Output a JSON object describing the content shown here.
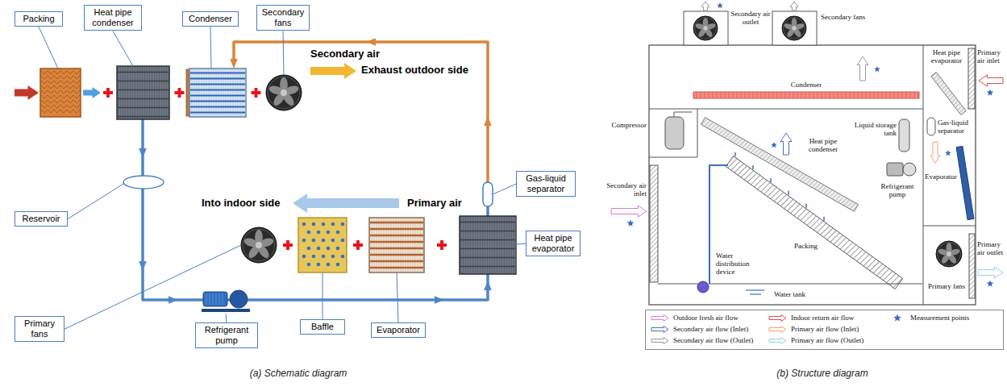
{
  "diagram": {
    "nodes": [
      {
        "text": [
          "Packing"
        ]
      },
      {
        "text": [
          "Heat pipe condenser"
        ]
      },
      {
        "text": [
          "Condenser"
        ]
      },
      {
        "text": [
          "Secondary fans"
        ]
      },
      {
        "text": [
          "Gas-liquid separator"
        ]
      },
      {
        "text": [
          "Reservoir"
        ]
      },
      {
        "text": [
          "Heat pipe evaporator"
        ]
      },
      {
        "text": [
          "Primary fans"
        ]
      },
      {
        "text": [
          "Refrigerant pump"
        ]
      },
      {
        "text": [
          "Baffle"
        ]
      },
      {
        "text": [
          "Evaporator"
        ]
      }
    ],
    "labels": [
      "Secondary air",
      "Exhaust outdoor side",
      "Into indoor side",
      "Primary air",
      "(a) Schematic diagram",
      "Secondary air outlet",
      "Secondary fans",
      "Primary air inlet",
      "Heat pipe evaporator",
      "Condenser",
      "Compressor",
      "Liquid storage tank",
      "Heat pipe condenser",
      "Gas-liquid separator",
      "Evaporator",
      "Refrigerant pump",
      "Secondary air inlet",
      "Packing",
      "Water distribution device",
      "Water tank",
      "Primary fans",
      "Primary air outlet",
      "(b) Structure diagram"
    ],
    "legend": [
      {
        "text": "Outdoor fresh air flow"
      },
      {
        "text": "Indoor return air flow"
      },
      {
        "text": "Measurement points"
      },
      {
        "text": "Secondary air flow (Inlet)"
      },
      {
        "text": "Primary air flow (Inlet)"
      },
      {
        "text": "Secondary air flow (Outlet)"
      },
      {
        "text": "Primary air flow (Outlet)"
      }
    ]
  }
}
